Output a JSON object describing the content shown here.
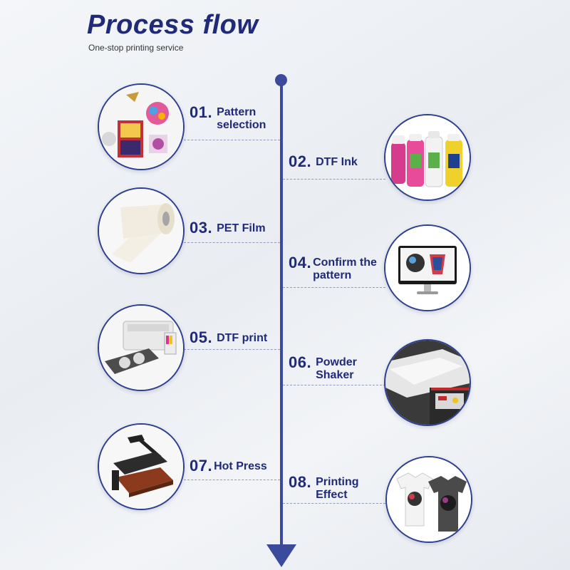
{
  "header": {
    "title": "Process flow",
    "subtitle": "One-stop printing service"
  },
  "colors": {
    "primary": "#1f2a78",
    "timeline": "#3c4a9c",
    "circle_border": "#2d3f8f"
  },
  "steps": [
    {
      "number": "01.",
      "lines": [
        "Pattern",
        "selection"
      ],
      "icon": "pattern-selection-image"
    },
    {
      "number": "02.",
      "lines": [
        "DTF Ink"
      ],
      "icon": "dtf-ink-bottles-image"
    },
    {
      "number": "03.",
      "lines": [
        "PET Film"
      ],
      "icon": "pet-film-roll-image"
    },
    {
      "number": "04.",
      "lines": [
        "Confirm the",
        "pattern"
      ],
      "icon": "monitor-pattern-image"
    },
    {
      "number": "05.",
      "lines": [
        "DTF print"
      ],
      "icon": "dtf-printer-image"
    },
    {
      "number": "06.",
      "lines": [
        "Powder",
        "Shaker"
      ],
      "icon": "powder-shaker-image"
    },
    {
      "number": "07.",
      "lines": [
        "Hot Press"
      ],
      "icon": "heat-press-image"
    },
    {
      "number": "08.",
      "lines": [
        "Printing",
        "Effect"
      ],
      "icon": "printed-tshirts-image"
    }
  ]
}
